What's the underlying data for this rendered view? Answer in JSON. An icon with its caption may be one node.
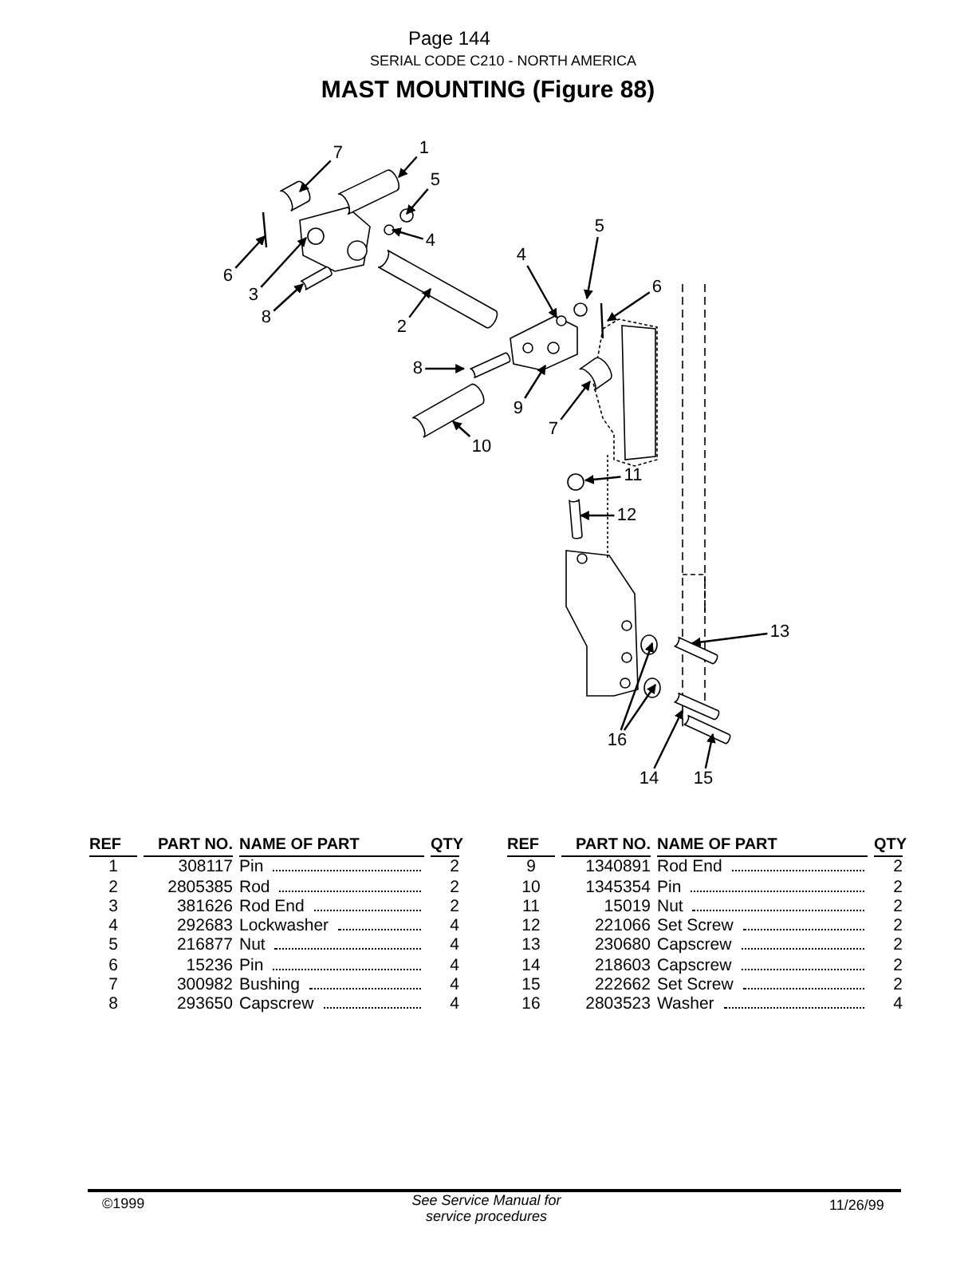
{
  "diagram": {
    "title": "MAST MOUNTING (Figure 88)",
    "nodes": [
      {
        "text": [
          "1"
        ]
      },
      {
        "text": [
          "7"
        ]
      },
      {
        "text": [
          "5"
        ]
      },
      {
        "text": [
          "4"
        ]
      },
      {
        "text": [
          "5"
        ]
      },
      {
        "text": [
          "4"
        ]
      },
      {
        "text": [
          "6"
        ]
      },
      {
        "text": [
          "6"
        ]
      },
      {
        "text": [
          "3"
        ]
      },
      {
        "text": [
          "8"
        ]
      },
      {
        "text": [
          "2"
        ]
      },
      {
        "text": [
          "8"
        ]
      },
      {
        "text": [
          "9"
        ]
      },
      {
        "text": [
          "7"
        ]
      },
      {
        "text": [
          "10"
        ]
      },
      {
        "text": [
          "11"
        ]
      },
      {
        "text": [
          "12"
        ]
      },
      {
        "text": [
          "13"
        ]
      },
      {
        "text": [
          "16"
        ]
      },
      {
        "text": [
          "14"
        ]
      },
      {
        "text": [
          "15"
        ]
      }
    ],
    "edges": [
      {
        "from": 0,
        "to": null,
        "arrow": "to"
      },
      {
        "from": 1,
        "to": null,
        "arrow": "to"
      },
      {
        "from": 2,
        "to": null,
        "arrow": "to"
      },
      {
        "from": 3,
        "to": null,
        "arrow": "to"
      },
      {
        "from": 4,
        "to": null,
        "arrow": "to"
      },
      {
        "from": 5,
        "to": null,
        "arrow": "to"
      },
      {
        "from": 6,
        "to": null,
        "arrow": "to"
      },
      {
        "from": 7,
        "to": null,
        "arrow": "to"
      },
      {
        "from": 8,
        "to": null,
        "arrow": "to"
      },
      {
        "from": 9,
        "to": null,
        "arrow": "to"
      },
      {
        "from": 10,
        "to": null,
        "arrow": "to"
      },
      {
        "from": 11,
        "to": null,
        "arrow": "to"
      },
      {
        "from": 12,
        "to": null,
        "arrow": "to"
      },
      {
        "from": 13,
        "to": null,
        "arrow": "to"
      },
      {
        "from": 14,
        "to": null,
        "arrow": "to"
      },
      {
        "from": 15,
        "to": null,
        "arrow": "to"
      },
      {
        "from": 16,
        "to": null,
        "arrow": "to"
      },
      {
        "from": 17,
        "to": null,
        "arrow": "to"
      },
      {
        "from": 18,
        "to": null,
        "arrow": "to"
      },
      {
        "from": 18,
        "to": null,
        "arrow": "to"
      },
      {
        "from": 19,
        "to": null,
        "arrow": "to"
      },
      {
        "from": 20,
        "to": null,
        "arrow": "to"
      }
    ],
    "labels": [
      "Page 144",
      "SERIAL CODE C210 - NORTH AMERICA",
      "REF",
      "PART NO.",
      "NAME OF PART",
      "QTY",
      "REF",
      "PART NO.",
      "NAME OF PART",
      "QTY",
      "1",
      "308117",
      "Pin",
      "2",
      "9",
      "1340891",
      "Rod End",
      "2",
      "2",
      "2805385",
      "Rod",
      "2",
      "10",
      "1345354",
      "Pin",
      "2",
      "3",
      "381626",
      "Rod End",
      "2",
      "11",
      "15019",
      "Nut",
      "2",
      "4",
      "292683",
      "Lockwasher",
      "4",
      "12",
      "221066",
      "Set Screw",
      "2",
      "5",
      "216877",
      "Nut",
      "4",
      "13",
      "230680",
      "Capscrew",
      "2",
      "6",
      "15236",
      "Pin",
      "4",
      "14",
      "218603",
      "Capscrew",
      "2",
      "7",
      "300982",
      "Bushing",
      "4",
      "15",
      "222662",
      "Set Screw",
      "2",
      "8",
      "293650",
      "Capscrew",
      "4",
      "16",
      "2803523",
      "Washer",
      "4",
      "©1999",
      "See Service Manual for service procedures",
      "11/26/99"
    ]
  }
}
